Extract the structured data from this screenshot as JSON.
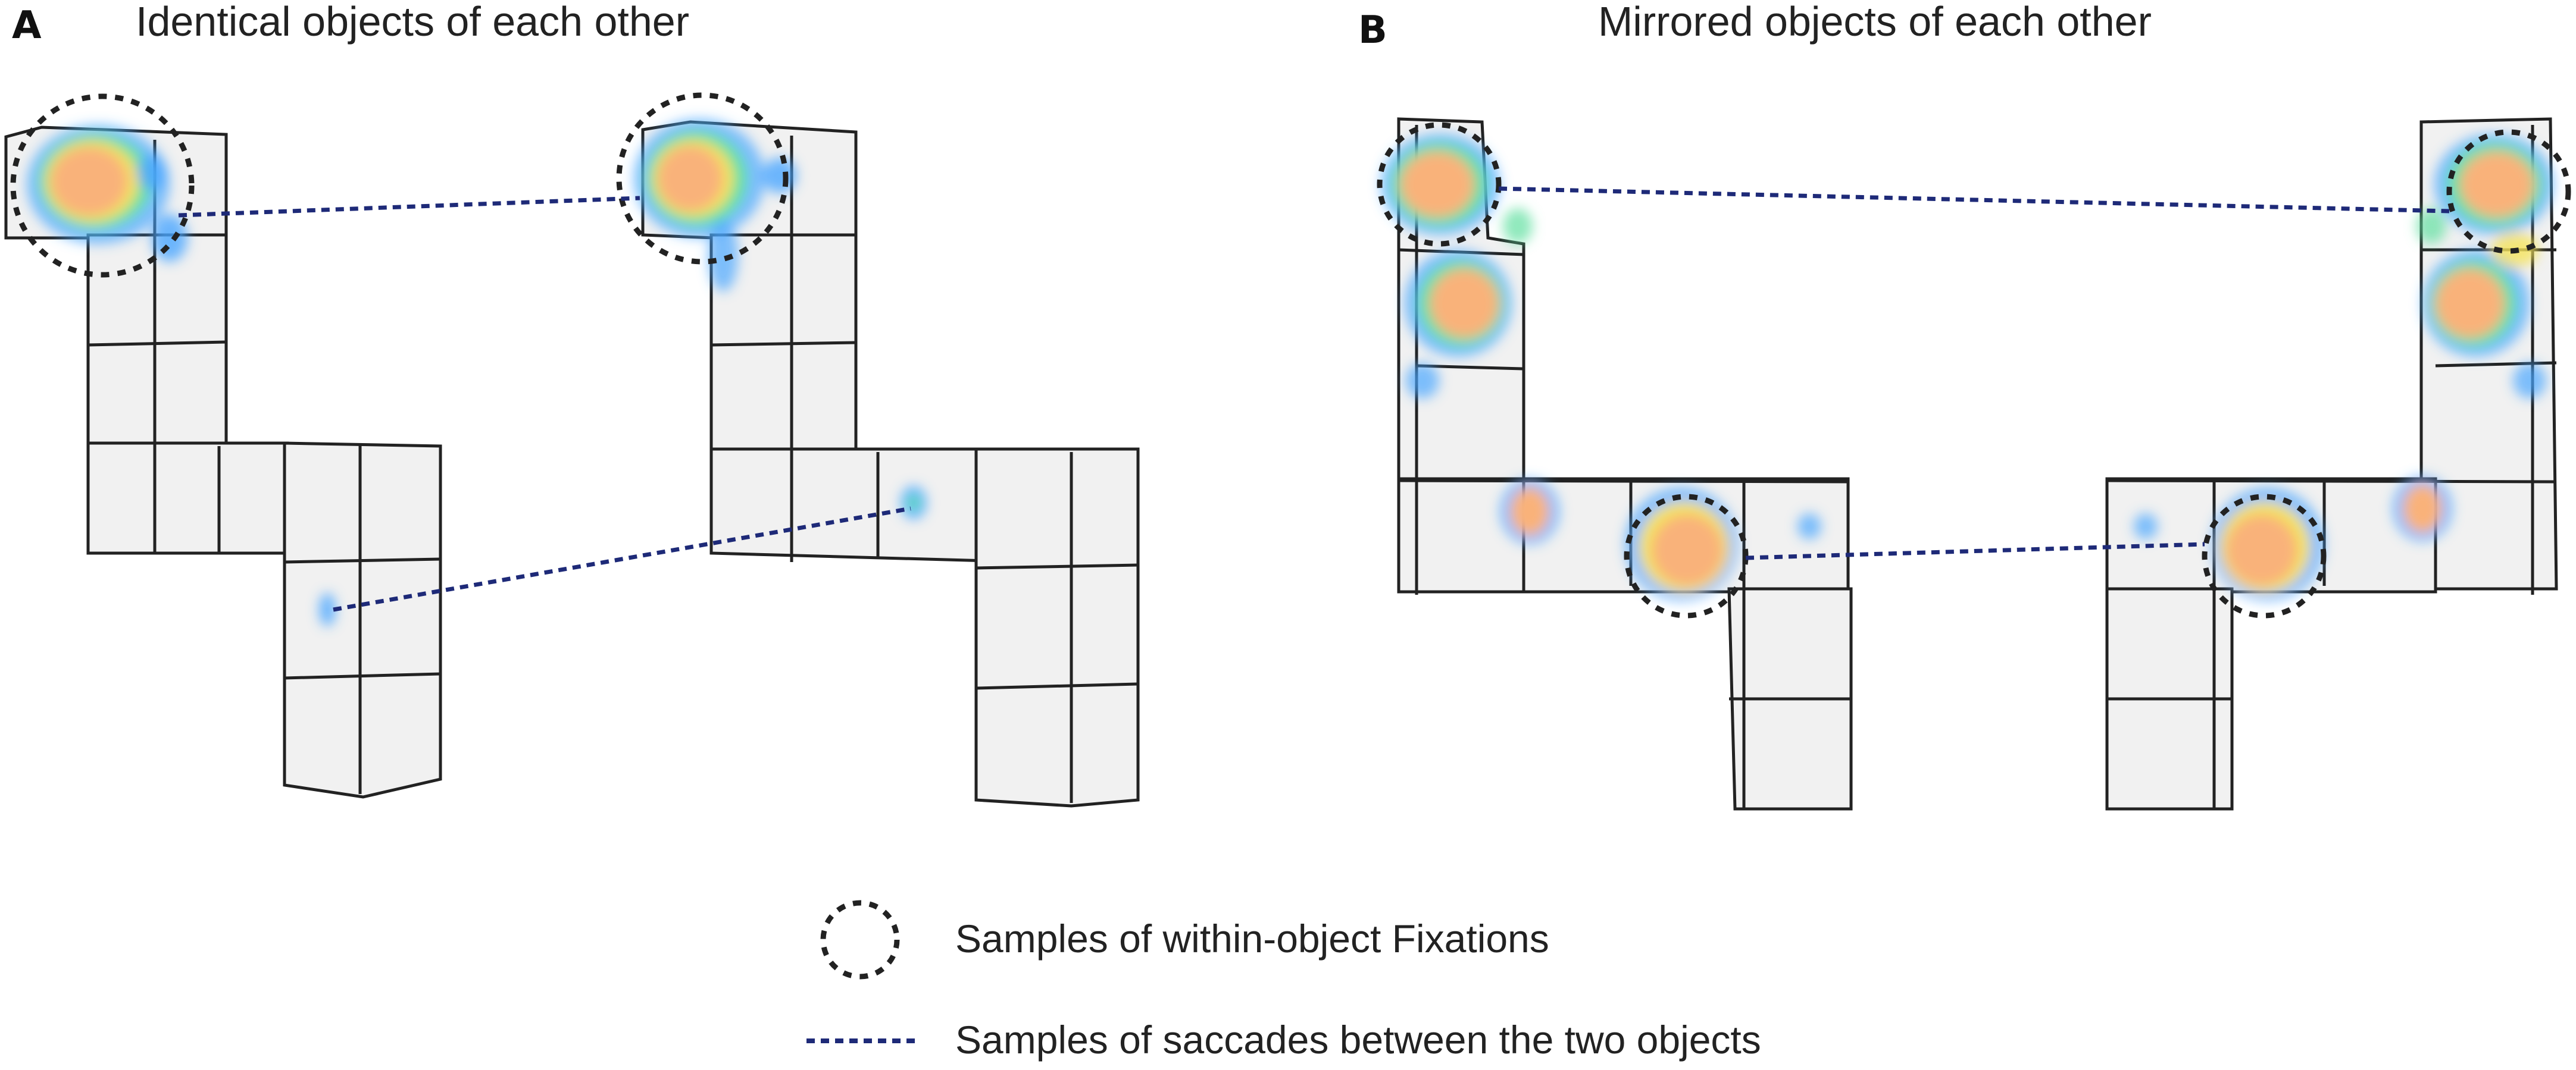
{
  "panels": [
    {
      "letter": "A",
      "title": "Identical objects of each other"
    },
    {
      "letter": "B",
      "title": "Mirrored objects of each other"
    }
  ],
  "legend": {
    "fixation_label": "Samples of within-object Fixations",
    "saccade_label": "Samples of saccades between the two objects"
  },
  "colors": {
    "block_fill": "#f1f1f1",
    "block_edge": "#222222",
    "fixation_marker": "#222222",
    "saccade_marker": "#1e2a78",
    "heat_hot": "#f9b27a",
    "heat_warm": "#f5e35a",
    "heat_mid": "#5fe0a0",
    "heat_cool": "#4aa6ff"
  }
}
